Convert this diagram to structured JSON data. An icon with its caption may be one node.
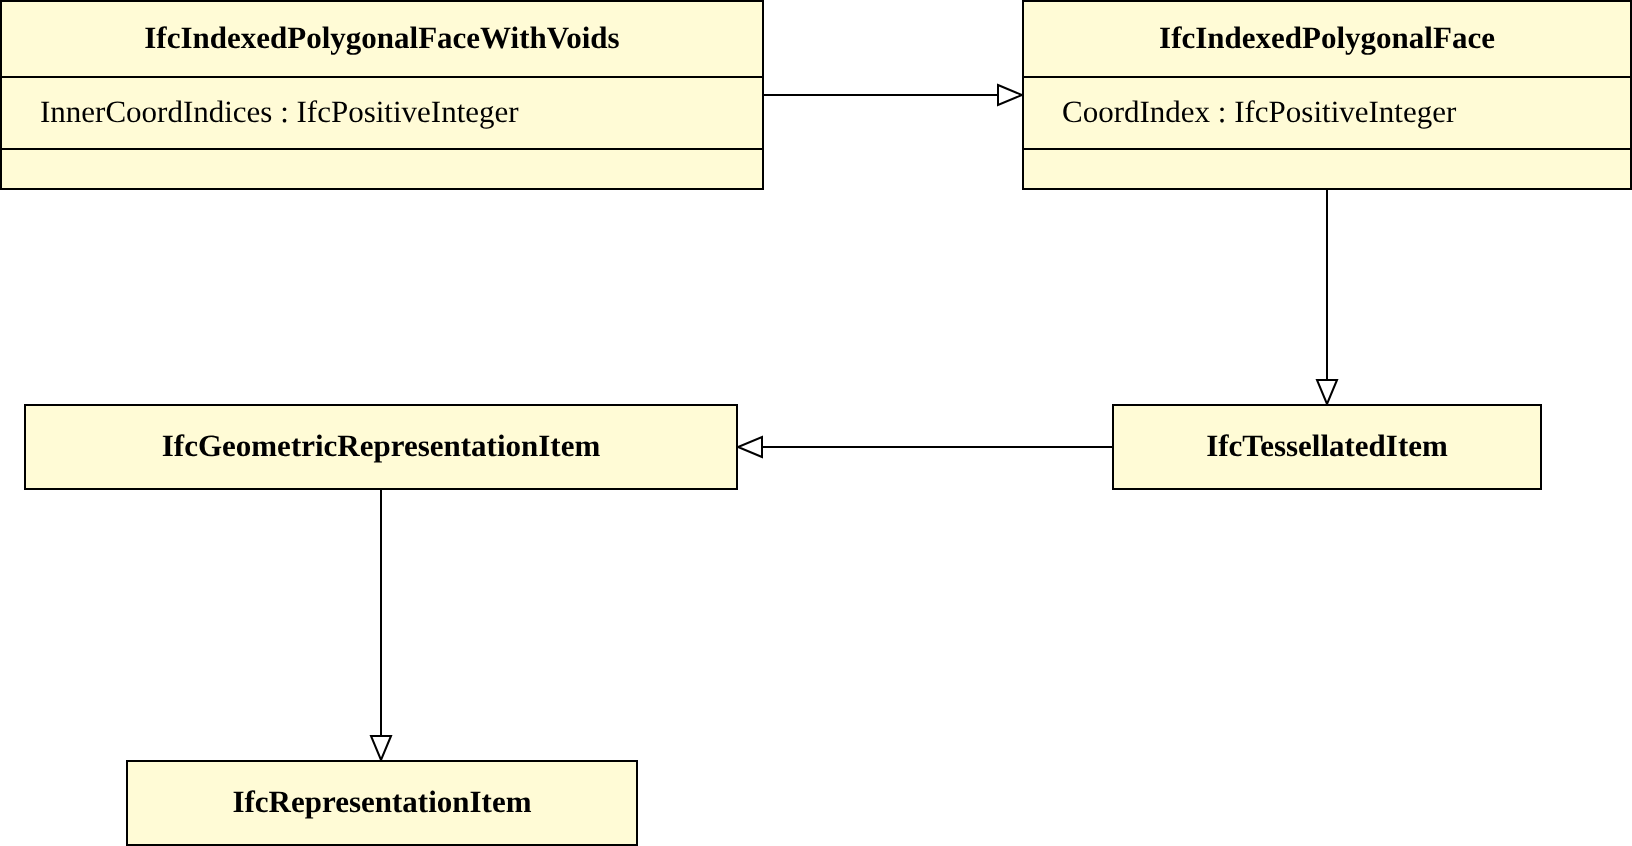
{
  "diagram": {
    "nodes": [
      {
        "text": [
          "IfcIndexedPolygonalFaceWithVoids",
          "InnerCoordIndices : IfcPositiveInteger"
        ]
      },
      {
        "text": [
          "IfcIndexedPolygonalFace",
          "CoordIndex : IfcPositiveInteger"
        ]
      },
      {
        "text": [
          "IfcGeometricRepresentationItem"
        ]
      },
      {
        "text": [
          "IfcTessellatedItem"
        ]
      },
      {
        "text": [
          "IfcRepresentationItem"
        ]
      }
    ],
    "edges": [
      {
        "from": 0,
        "to": 1,
        "arrow": "to"
      },
      {
        "from": 1,
        "to": 3,
        "arrow": "to"
      },
      {
        "from": 3,
        "to": 2,
        "arrow": "to"
      },
      {
        "from": 2,
        "to": 4,
        "arrow": "to"
      }
    ]
  }
}
